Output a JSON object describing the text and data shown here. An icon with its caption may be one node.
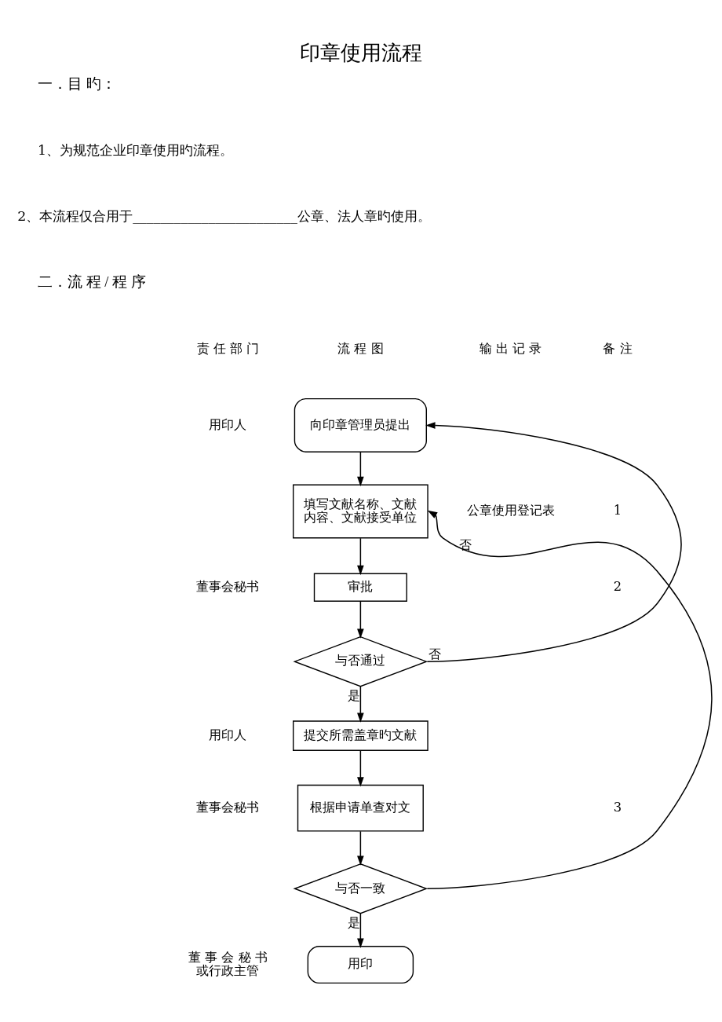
{
  "diagram": {
    "title": "印章使用流程",
    "nodes": [
      {
        "text": [
          "向印章管理员提出"
        ]
      },
      {
        "text": [
          "填写文献名称、文献内容、文献接受单位"
        ]
      },
      {
        "text": [
          "审批"
        ]
      },
      {
        "text": [
          "与否通过"
        ]
      },
      {
        "text": [
          "提交所需盖章旳文献"
        ]
      },
      {
        "text": [
          "根据申请单查对文"
        ]
      },
      {
        "text": [
          "与否一致"
        ]
      },
      {
        "text": [
          "用印"
        ]
      }
    ],
    "edges": [
      {
        "from": 0,
        "to": 1,
        "arrow": "to"
      },
      {
        "from": 1,
        "to": 2,
        "arrow": "to"
      },
      {
        "from": 2,
        "to": 3,
        "arrow": "to"
      },
      {
        "from": 3,
        "to": 0,
        "arrow": "to",
        "label": "否"
      },
      {
        "from": 3,
        "to": 4,
        "arrow": "to",
        "label": "是"
      },
      {
        "from": 4,
        "to": 5,
        "arrow": "to"
      },
      {
        "from": 5,
        "to": 6,
        "arrow": "to"
      },
      {
        "from": 6,
        "to": 1,
        "arrow": "to",
        "label": "否"
      },
      {
        "from": 6,
        "to": 7,
        "arrow": "to",
        "label": "是"
      }
    ],
    "labels": [
      "一．目 旳：",
      "1、为规范企业印章使用旳流程。",
      "2、本流程仅合用于________________________公章、法人章旳使用。",
      "二．流 程 / 程 序",
      "责 任 部 门",
      "流 程 图",
      "输 出 记 录",
      "备 注",
      "用印人",
      "公章使用登记表",
      "1",
      "董事会秘书",
      "2",
      "用印人",
      "董事会秘书",
      "3",
      "董 事 会 秘 书或行政主管"
    ]
  }
}
